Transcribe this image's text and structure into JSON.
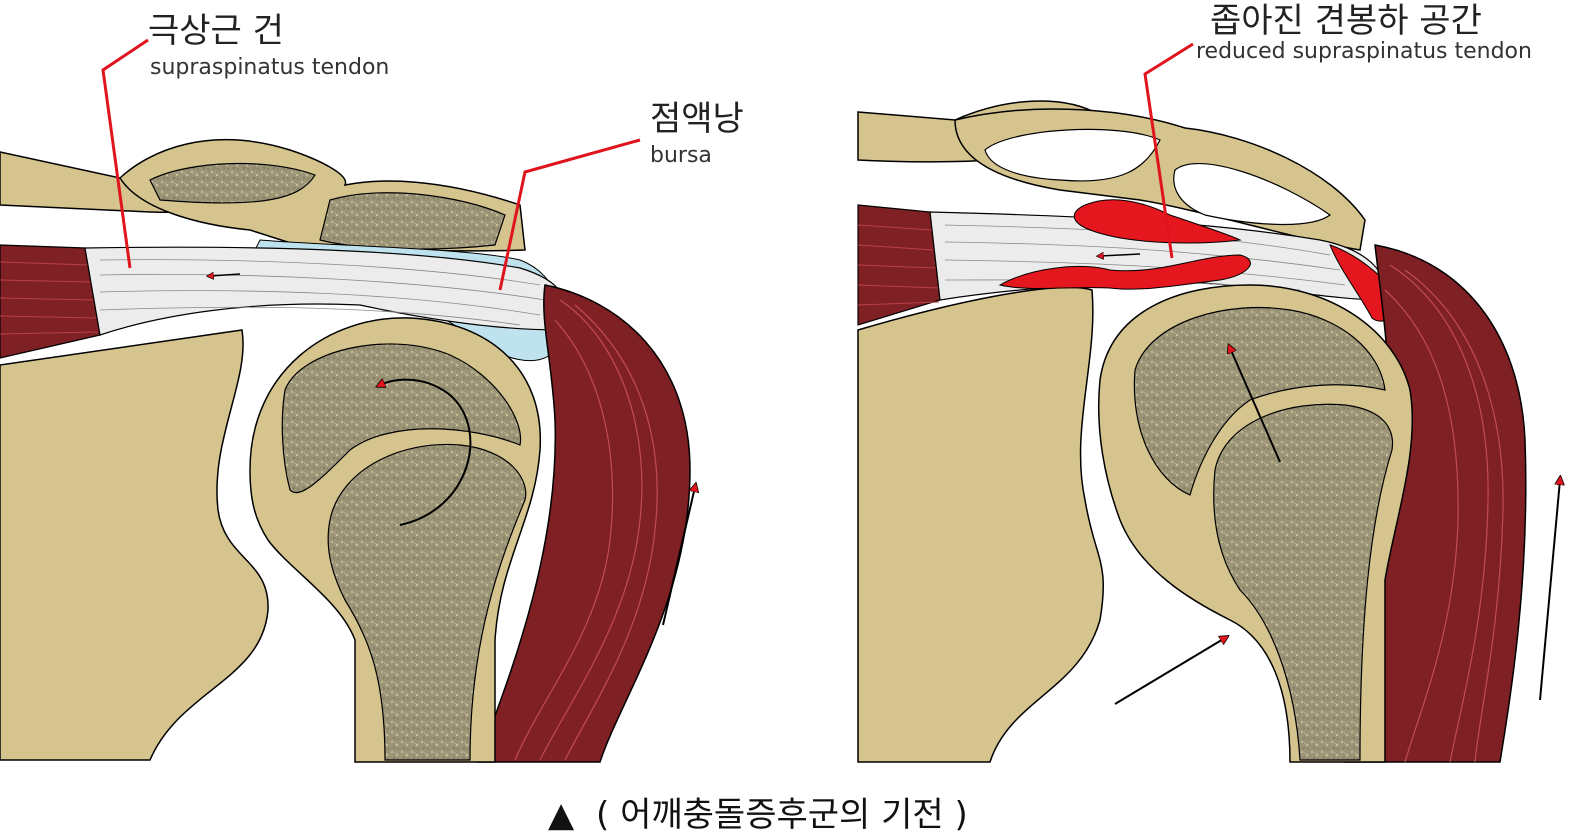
{
  "left_panel": {
    "label_tendon_ko": "극상근 건",
    "label_tendon_en": "supraspinatus tendon",
    "label_bursa_ko": "점액낭",
    "label_bursa_en": "bursa"
  },
  "right_panel": {
    "label_ko": "좁아진 견봉하 공간",
    "label_en": "reduced supraspinatus tendon"
  },
  "caption": {
    "marker": "▲",
    "text": "( 어깨충돌증후군의 기전 )"
  },
  "colors": {
    "bone": "#d6c48e",
    "marrow": "#9b9477",
    "muscle": "#7f2024",
    "tendon": "#ececec",
    "bursa": "#bfe2ef",
    "inflamed": "#e3171d",
    "leader_line": "#e0141c"
  }
}
